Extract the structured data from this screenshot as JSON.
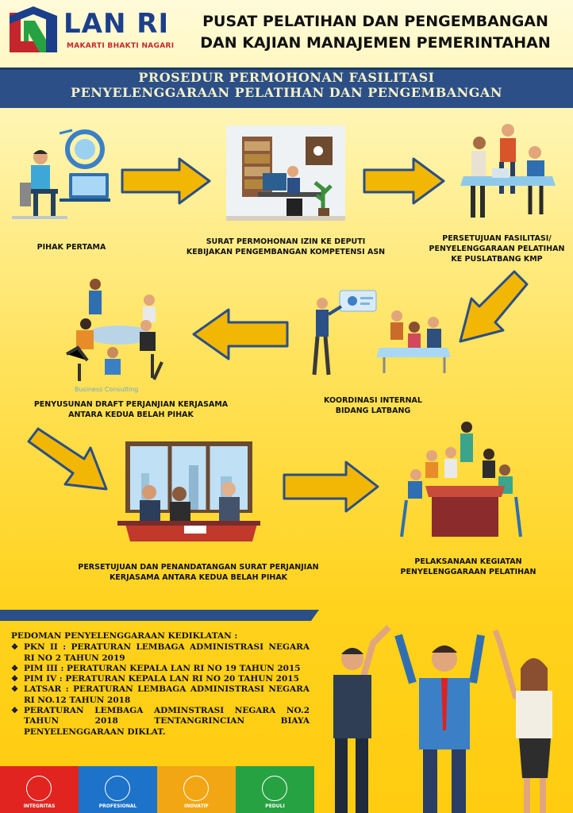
{
  "header": {
    "brand_name": "LAN RI",
    "brand_tagline": "MAKARTI BHAKTI NAGARI",
    "title_line1": "PUSAT PELATIHAN DAN PENGEMBANGAN",
    "title_line2": "DAN KAJIAN MANAJEMEN PEMERINTAHAN"
  },
  "banner": {
    "line1": "PROSEDUR PERMOHONAN FASILITASI",
    "line2": "PENYELENGGARAAN PELATIHAN DAN PENGEMBANGAN"
  },
  "steps": {
    "s1": "PIHAK PERTAMA",
    "s2_l1": "SURAT PERMOHONAN IZIN KE DEPUTI",
    "s2_l2": "KEBIJAKAN PENGEMBANGAN KOMPETENSI ASN",
    "s3_l1": "PERSETUJUAN FASILITASI/",
    "s3_l2": "PENYELENGGARAAN PELATIHAN",
    "s3_l3": "KE PUSLATBANG KMP",
    "s4_l1": "KOORDINASI INTERNAL",
    "s4_l2": "BIDANG LATBANG",
    "s5_l1": "PENYUSUNAN DRAFT PERJANJIAN KERJASAMA",
    "s5_l2": "ANTARA KEDUA BELAH PIHAK",
    "s6_l1": "PERSETUJUAN DAN PENANDATANGAN SURAT PERJANJIAN",
    "s6_l2": "KERJASAMA ANTARA KEDUA BELAH PIHAK",
    "s7_l1": "PELAKSANAAN KEGIATAN",
    "s7_l2": "PENYELENGGARAAN PELATIHAN"
  },
  "watermark": "Business Consulting",
  "pedoman": {
    "title": "PEDOMAN PENYELENGGARAAN KEDIKLATAN :",
    "items": [
      "PKN II : PERATURAN LEMBAGA ADMINISTRASI NEGARA RI NO 2 TAHUN 2019",
      "PIM III : PERATURAN KEPALA LAN RI NO 19 TAHUN 2015",
      "PIM IV : PERATURAN KEPALA LAN RI NO 20 TAHUN 2015",
      "LATSAR : PERATURAN LEMBAGA ADMINISTRASI NEGARA RI NO.12 TAHUN 2018",
      "PERATURAN LEMBAGA ADMINSTRASI NEGARA NO.2 TAHUN 2018 TENTANGRINCIAN BIAYA PENYELENGGARAAN DIKLAT."
    ]
  },
  "values": [
    {
      "label": "INTEGRITAS",
      "color": "#e1241f"
    },
    {
      "label": "PROFESIONAL",
      "color": "#1d73c9"
    },
    {
      "label": "INOVATIF",
      "color": "#f2a613"
    },
    {
      "label": "PEDULI",
      "color": "#27a243"
    }
  ],
  "colors": {
    "navy": "#2b4f86",
    "arrow_fill": "#f2b705",
    "arrow_stroke": "#2b4f86"
  }
}
